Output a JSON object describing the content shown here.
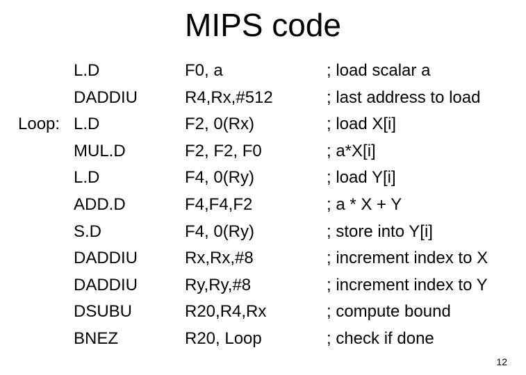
{
  "slide": {
    "title": "MIPS code",
    "page_number": "12"
  },
  "code": [
    {
      "label": "",
      "op": "L.D",
      "args": "F0, a",
      "comment": "; load scalar a"
    },
    {
      "label": "",
      "op": "DADDIU",
      "args": "R4,Rx,#512",
      "comment": "; last address to load"
    },
    {
      "label": "Loop:",
      "op": "L.D",
      "args": "F2, 0(Rx)",
      "comment": "; load X[i]"
    },
    {
      "label": "",
      "op": "MUL.D",
      "args": "F2, F2, F0",
      "comment": "; a*X[i]"
    },
    {
      "label": "",
      "op": "L.D",
      "args": "F4, 0(Ry)",
      "comment": "; load Y[i]"
    },
    {
      "label": "",
      "op": "ADD.D",
      "args": "F4,F4,F2",
      "comment": "; a * X + Y"
    },
    {
      "label": "",
      "op": "S.D",
      "args": "F4, 0(Ry)",
      "comment": "; store into Y[i]"
    },
    {
      "label": "",
      "op": "DADDIU",
      "args": "Rx,Rx,#8",
      "comment": "; increment index to X"
    },
    {
      "label": "",
      "op": "DADDIU",
      "args": "Ry,Ry,#8",
      "comment": "; increment index to Y"
    },
    {
      "label": "",
      "op": "DSUBU",
      "args": "R20,R4,Rx",
      "comment": "; compute bound"
    },
    {
      "label": "",
      "op": "BNEZ",
      "args": "R20, Loop",
      "comment": "; check if done"
    }
  ]
}
